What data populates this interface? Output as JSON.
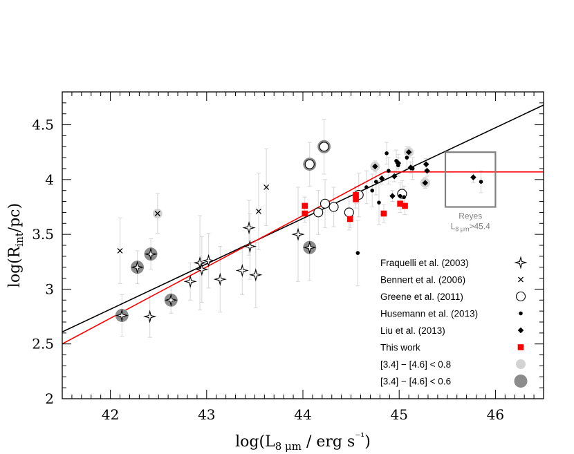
{
  "chart_data": {
    "type": "scatter",
    "xlabel": "log(L8 μm / erg s⁻¹)",
    "ylabel": "log(Rint/pc)",
    "xlim": [
      41.5,
      46.5
    ],
    "ylim": [
      2.0,
      4.8
    ],
    "xticks": [
      42,
      43,
      44,
      45,
      46
    ],
    "yticks": [
      2,
      2.5,
      3,
      3.5,
      4,
      4.5
    ],
    "xtick_labels": [
      "42",
      "43",
      "44",
      "45",
      "46"
    ],
    "ytick_labels": [
      "2",
      "2.5",
      "3",
      "3.5",
      "4",
      "4.5"
    ],
    "grid": false,
    "legend_position": "bottom-right",
    "colors": {
      "this_work": "#ff0000",
      "fit_black": "#000000",
      "fit_red": "#ff0000",
      "errorbar": "#d9d9d9",
      "halo_light": "#d3d3d3",
      "halo_dark": "#8c8c8c",
      "reyes_box": "#808080"
    },
    "series": [
      {
        "name": "Fraquelli et al. (2003)",
        "marker": "star4",
        "points": [
          {
            "x": 42.12,
            "y": 2.76,
            "ey": 0.19,
            "halo": "dark"
          },
          {
            "x": 42.28,
            "y": 3.2,
            "ey": 0.15,
            "halo": "dark"
          },
          {
            "x": 42.41,
            "y": 2.75,
            "ey": 0.19,
            "halo": "none"
          },
          {
            "x": 42.42,
            "y": 3.32,
            "ey": 0.14,
            "halo": "dark"
          },
          {
            "x": 42.63,
            "y": 2.9,
            "ey": 0.12,
            "halo": "dark"
          },
          {
            "x": 42.83,
            "y": 3.07,
            "ey": 0.17,
            "halo": "none"
          },
          {
            "x": 42.93,
            "y": 3.24,
            "ey": 0.43,
            "halo": "none"
          },
          {
            "x": 42.95,
            "y": 3.18,
            "ey": 0.3,
            "halo": "none"
          },
          {
            "x": 43.02,
            "y": 3.26,
            "ey": 0.25,
            "halo": "none"
          },
          {
            "x": 43.14,
            "y": 3.09,
            "ey": 0.3,
            "halo": "none"
          },
          {
            "x": 43.37,
            "y": 3.17,
            "ey": 0.22,
            "halo": "none"
          },
          {
            "x": 43.44,
            "y": 3.56,
            "ey": 0.25,
            "halo": "none"
          },
          {
            "x": 43.45,
            "y": 3.39,
            "ey": 0.3,
            "halo": "none"
          },
          {
            "x": 43.51,
            "y": 3.13,
            "ey": 0.3,
            "halo": "none"
          },
          {
            "x": 43.95,
            "y": 3.5,
            "ey": 0.43,
            "halo": "none"
          },
          {
            "x": 44.07,
            "y": 3.38,
            "ey": 0.3,
            "halo": "dark"
          }
        ]
      },
      {
        "name": "Bennert et al. (2006)",
        "marker": "cross",
        "points": [
          {
            "x": 42.1,
            "y": 3.35,
            "ey": 0.3,
            "halo": "none"
          },
          {
            "x": 42.49,
            "y": 3.69,
            "ey": 0.18,
            "halo": "light"
          },
          {
            "x": 43.54,
            "y": 3.71,
            "ey": 0.35,
            "halo": "none"
          },
          {
            "x": 43.62,
            "y": 3.93,
            "ey": 0.35,
            "halo": "none"
          }
        ]
      },
      {
        "name": "Greene et al. (2011)",
        "marker": "open-circle",
        "points": [
          {
            "x": 44.07,
            "y": 4.14,
            "ey": 0.2,
            "halo": "dark"
          },
          {
            "x": 44.22,
            "y": 4.3,
            "ey": 0.25,
            "halo": "dark"
          },
          {
            "x": 44.16,
            "y": 3.7,
            "ey": 0.2,
            "halo": "none"
          },
          {
            "x": 44.23,
            "y": 3.78,
            "ey": 0.22,
            "halo": "none"
          },
          {
            "x": 44.32,
            "y": 3.75,
            "ey": 0.18,
            "halo": "none"
          },
          {
            "x": 44.48,
            "y": 3.7,
            "ey": 0.16,
            "halo": "none"
          },
          {
            "x": 44.58,
            "y": 3.86,
            "ey": 0.2,
            "halo": "light"
          },
          {
            "x": 45.03,
            "y": 3.87,
            "ey": 0.12,
            "halo": "none"
          }
        ]
      },
      {
        "name": "Husemann et al. (2013)",
        "marker": "dot",
        "points": [
          {
            "x": 44.57,
            "y": 3.33,
            "ey": 0.3
          },
          {
            "x": 44.66,
            "y": 3.93,
            "ey": 0.15
          },
          {
            "x": 44.72,
            "y": 3.9,
            "ey": 0.15
          },
          {
            "x": 44.76,
            "y": 3.98,
            "ey": 0.12
          },
          {
            "x": 44.79,
            "y": 3.79,
            "ey": 0.2
          },
          {
            "x": 44.87,
            "y": 4.24,
            "ey": 0.1
          },
          {
            "x": 44.89,
            "y": 4.08,
            "ey": 0.12
          },
          {
            "x": 44.97,
            "y": 4.17,
            "ey": 0.1
          },
          {
            "x": 44.99,
            "y": 4.13,
            "ey": 0.1
          },
          {
            "x": 45.01,
            "y": 3.85,
            "ey": 0.12
          },
          {
            "x": 45.05,
            "y": 3.84,
            "ey": 0.1
          },
          {
            "x": 45.08,
            "y": 4.2,
            "ey": 0.1
          },
          {
            "x": 45.14,
            "y": 4.1,
            "ey": 0.1
          },
          {
            "x": 45.85,
            "y": 3.98,
            "ey": 0.1
          }
        ]
      },
      {
        "name": "Liu et al. (2013)",
        "marker": "diamond",
        "points": [
          {
            "x": 44.75,
            "y": 4.12,
            "ey": 0.05,
            "halo": "light"
          },
          {
            "x": 44.82,
            "y": 4.01,
            "ey": 0.05
          },
          {
            "x": 44.95,
            "y": 4.03,
            "ey": 0.05
          },
          {
            "x": 44.99,
            "y": 4.15,
            "ey": 0.05
          },
          {
            "x": 45.1,
            "y": 4.25,
            "ey": 0.05,
            "halo": "light"
          },
          {
            "x": 45.12,
            "y": 4.11,
            "ey": 0.05
          },
          {
            "x": 44.93,
            "y": 3.85,
            "ey": 0.05
          },
          {
            "x": 45.28,
            "y": 4.14,
            "ey": 0.05
          },
          {
            "x": 45.29,
            "y": 4.08,
            "ey": 0.05
          },
          {
            "x": 45.27,
            "y": 3.97,
            "ey": 0.05,
            "halo": "light"
          },
          {
            "x": 45.77,
            "y": 4.02,
            "ey": 0.05
          }
        ]
      },
      {
        "name": "This work",
        "marker": "square",
        "points": [
          {
            "x": 44.02,
            "y": 3.76,
            "ey": 0.08
          },
          {
            "x": 44.02,
            "y": 3.69,
            "ey": 0.08
          },
          {
            "x": 44.49,
            "y": 3.64,
            "ey": 0.08
          },
          {
            "x": 44.55,
            "y": 3.86,
            "ey": 0.08
          },
          {
            "x": 44.55,
            "y": 3.82,
            "ey": 0.08
          },
          {
            "x": 44.84,
            "y": 3.69,
            "ey": 0.08
          },
          {
            "x": 45.01,
            "y": 3.78,
            "ey": 0.08
          },
          {
            "x": 45.06,
            "y": 3.76,
            "ey": 0.08
          }
        ]
      }
    ],
    "fits": [
      {
        "name": "black-fit",
        "points": [
          [
            41.5,
            2.61
          ],
          [
            46.5,
            4.68
          ]
        ]
      },
      {
        "name": "red-fit",
        "points": [
          [
            41.5,
            2.5
          ],
          [
            44.85,
            4.07
          ],
          [
            46.5,
            4.07
          ]
        ]
      }
    ],
    "reyes_box": {
      "x": [
        45.48,
        46.0
      ],
      "y": [
        3.75,
        4.25
      ],
      "label1": "Reyes",
      "label2": "L8 μm>45.4"
    },
    "legend": [
      {
        "label": "Fraquelli et al. (2003)",
        "marker": "star4"
      },
      {
        "label": "Bennert et al. (2006)",
        "marker": "cross"
      },
      {
        "label": "Greene et al. (2011)",
        "marker": "open-circle"
      },
      {
        "label": "Husemann et al. (2013)",
        "marker": "dot"
      },
      {
        "label": "Liu et al. (2013)",
        "marker": "diamond"
      },
      {
        "label": "This work",
        "marker": "square"
      },
      {
        "label": "[3.4] − [4.6] < 0.8",
        "marker": "halo-light"
      },
      {
        "label": "[3.4] − [4.6] < 0.6",
        "marker": "halo-dark"
      }
    ]
  }
}
